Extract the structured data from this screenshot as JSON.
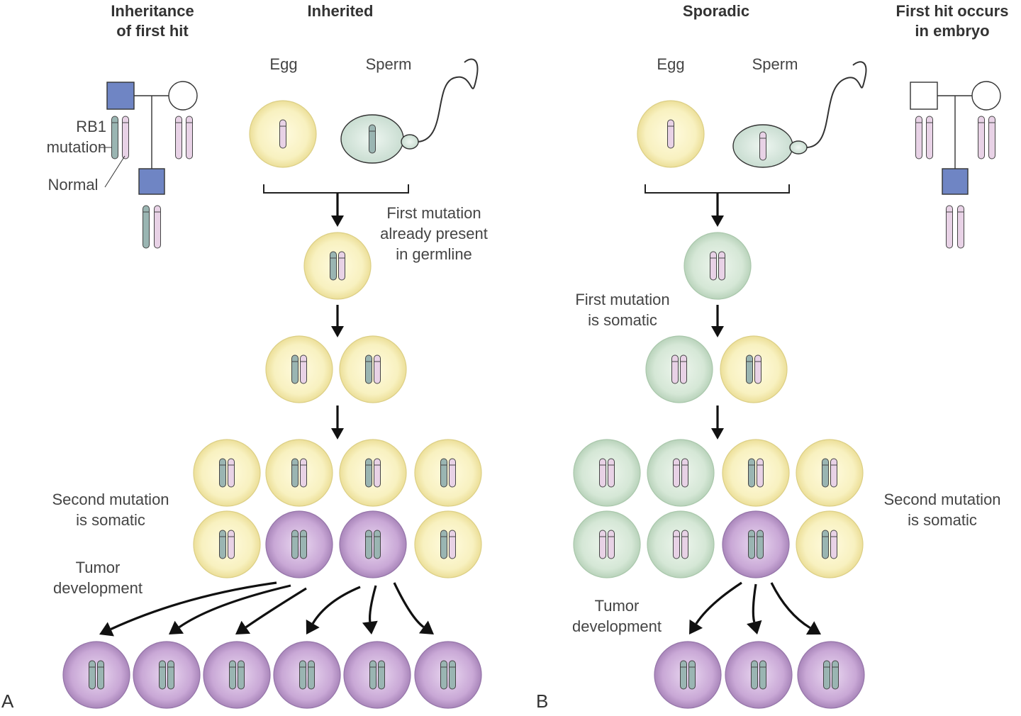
{
  "panel_a": {
    "letter": "A",
    "header_left": "Inheritance\nof first hit",
    "header_main": "Inherited",
    "egg": "Egg",
    "sperm": "Sperm",
    "rb1_label": "RB1\nmutation",
    "normal_label": "Normal",
    "first_mutation_note": "First mutation\nalready present\nin germline",
    "second_mutation_note": "Second mutation\nis somatic",
    "tumor_note": "Tumor\ndevelopment"
  },
  "panel_b": {
    "letter": "B",
    "header_main": "Sporadic",
    "header_right": "First hit occurs\nin embryo",
    "egg": "Egg",
    "sperm": "Sperm",
    "first_mutation_note": "First mutation\nis somatic",
    "second_mutation_note": "Second mutation\nis somatic",
    "tumor_note": "Tumor\ndevelopment"
  },
  "colors": {
    "normal_cell": "#f8f1c0",
    "somatic_cell": "#d5e7d6",
    "tumor_cell": "#c9a8d6",
    "sperm_body": "#d8e8df",
    "mutant_chromosome": "#9ab5b2",
    "normal_chromosome": "#e8d2e6",
    "affected_pedigree": "#6f85c4"
  }
}
